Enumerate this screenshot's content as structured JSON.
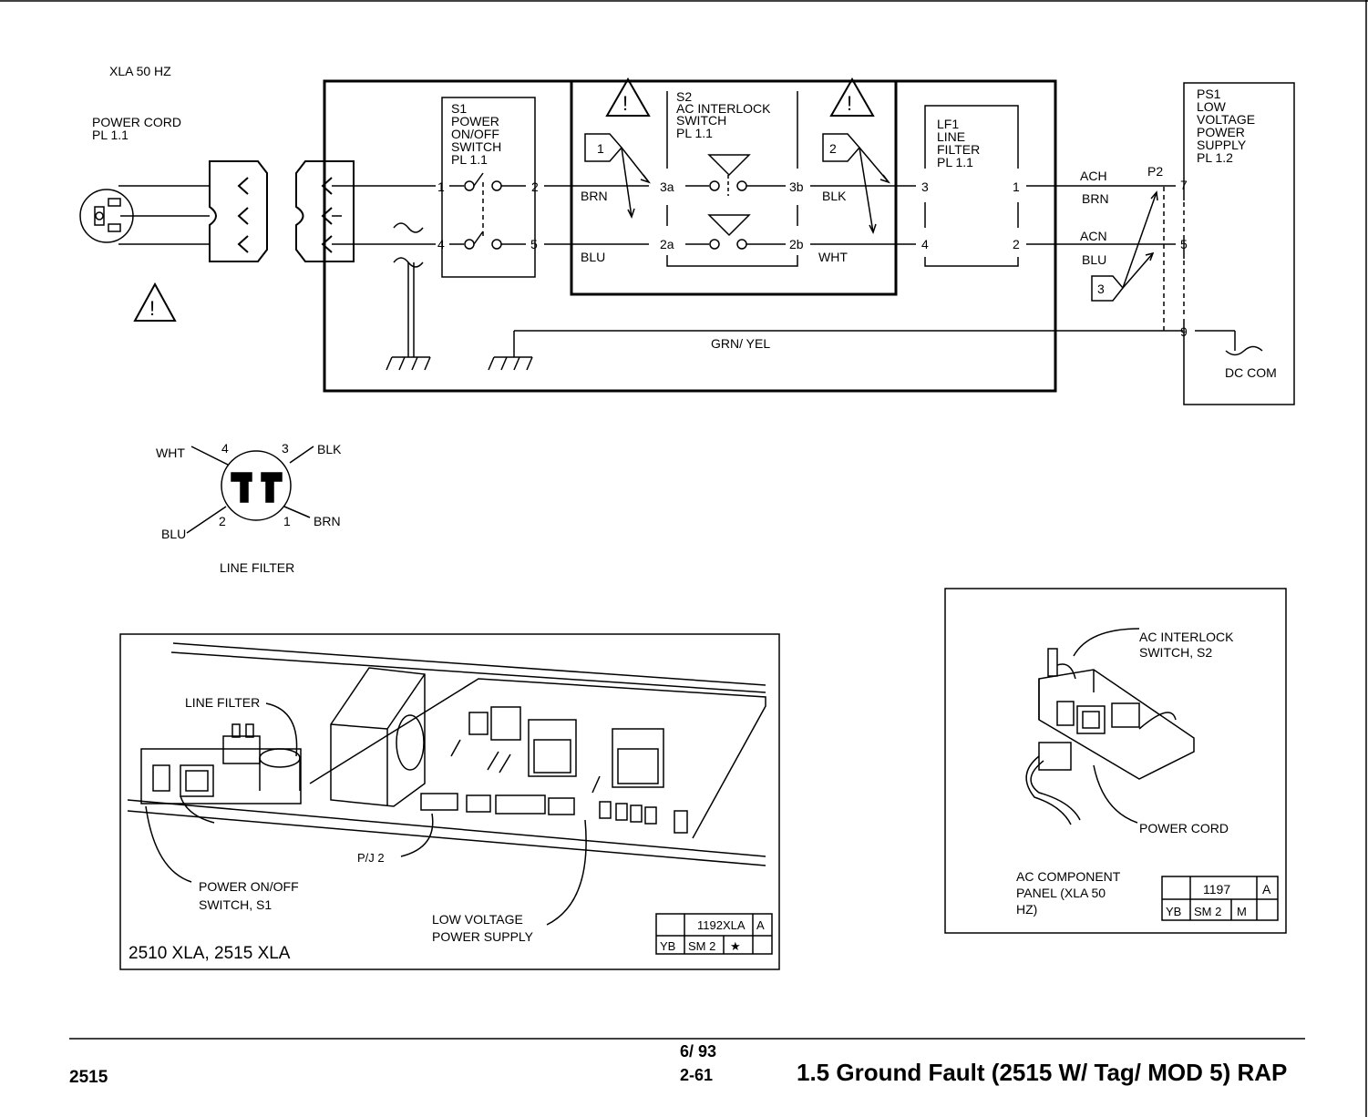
{
  "diagram": {
    "model_label": "XLA 50 HZ",
    "power_cord": {
      "line1": "POWER CORD",
      "line2": "PL 1.1"
    },
    "s1": {
      "line1": "S1",
      "line2": "POWER",
      "line3": "ON/OFF",
      "line4": "SWITCH",
      "line5": "PL 1.1",
      "pins": {
        "p1": "1",
        "p2": "2",
        "p4": "4",
        "p5": "5"
      }
    },
    "s2": {
      "line1": "S2",
      "line2": "AC INTERLOCK",
      "line3": "SWITCH",
      "line4": "PL 1.1",
      "pins": {
        "p3a": "3a",
        "p3b": "3b",
        "p2a": "2a",
        "p2b": "2b"
      }
    },
    "lf1": {
      "line1": "LF1",
      "line2": "LINE",
      "line3": "FILTER",
      "line4": "PL 1.1",
      "pins": {
        "p3": "3",
        "p1": "1",
        "p4": "4",
        "p2": "2"
      }
    },
    "ps1": {
      "line1": "PS1",
      "line2": "LOW",
      "line3": "VOLTAGE",
      "line4": "POWER",
      "line5": "SUPPLY",
      "line6": "PL 1.2",
      "pins": {
        "p7": "7",
        "p5": "5",
        "p9": "9"
      }
    },
    "connector": "P2",
    "wires": {
      "brn": "BRN",
      "blu": "BLU",
      "blk": "BLK",
      "wht": "WHT",
      "ach": "ACH",
      "acn": "ACN",
      "grn_yel": "GRN/ YEL",
      "dc_com": "DC COM"
    },
    "callouts": {
      "c1": "1",
      "c2": "2",
      "c3": "3"
    },
    "warning_glyph": "!"
  },
  "line_filter_pinout": {
    "title": "LINE FILTER",
    "pins": {
      "p1": "1",
      "p2": "2",
      "p3": "3",
      "p4": "4"
    },
    "wires": {
      "wht": "WHT",
      "blk": "BLK",
      "blu": "BLU",
      "brn": "BRN"
    }
  },
  "illustration_left": {
    "line_filter": "LINE FILTER",
    "switch": {
      "line1": "POWER ON/OFF",
      "line2": "SWITCH, S1"
    },
    "pj2": "P/J 2",
    "lvps": {
      "line1": "LOW VOLTAGE",
      "line2": "POWER SUPPLY"
    },
    "caption": "2510 XLA, 2515 XLA",
    "ref": {
      "number": "1192XLA",
      "a": "A",
      "yb": "YB",
      "sm": "SM 2",
      "star": "★"
    }
  },
  "illustration_right": {
    "interlock": {
      "line1": "AC INTERLOCK",
      "line2": "SWITCH, S2"
    },
    "power_cord": "POWER CORD",
    "caption": {
      "line1": "AC COMPONENT",
      "line2": "PANEL (XLA 50",
      "line3": "HZ)"
    },
    "ref": {
      "number": "1197",
      "a": "A",
      "yb": "YB",
      "sm": "SM 2",
      "m": "M"
    }
  },
  "footer": {
    "left": "2515",
    "date": "6/ 93",
    "page": "2-61",
    "title": "1.5 Ground Fault (2515 W/ Tag/ MOD 5) RAP"
  }
}
